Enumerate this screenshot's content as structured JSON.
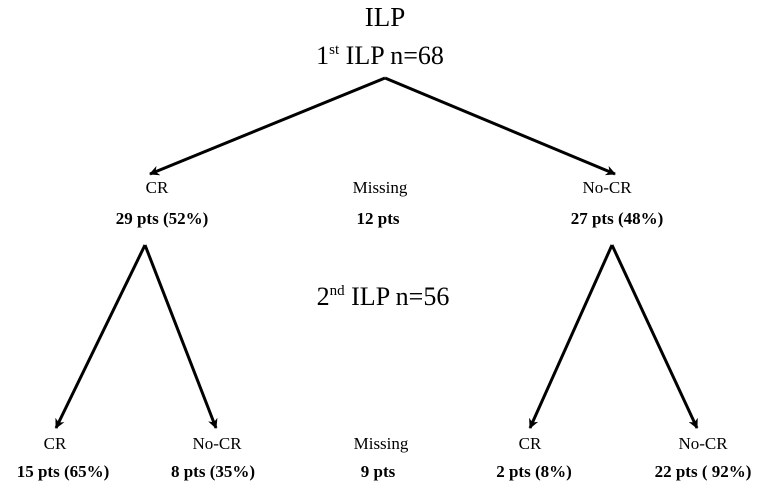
{
  "title": "ILP",
  "first_ilp": {
    "ordinal": "1",
    "suffix": "st",
    "text": " ILP n=68"
  },
  "second_ilp": {
    "ordinal": "2",
    "suffix": "nd",
    "text": " ILP n=56"
  },
  "level1": [
    {
      "label": "CR",
      "value": "29 pts (52%)"
    },
    {
      "label": "Missing",
      "value": "12 pts"
    },
    {
      "label": "No-CR",
      "value": "27 pts (48%)"
    }
  ],
  "level2": [
    {
      "label": "CR",
      "value": "15 pts (65%)"
    },
    {
      "label": "No-CR",
      "value": "8 pts (35%)"
    },
    {
      "label": "Missing",
      "value": "9 pts"
    },
    {
      "label": "CR",
      "value": "2 pts (8%)"
    },
    {
      "label": "No-CR",
      "value": "22 pts ( 92%)"
    }
  ]
}
